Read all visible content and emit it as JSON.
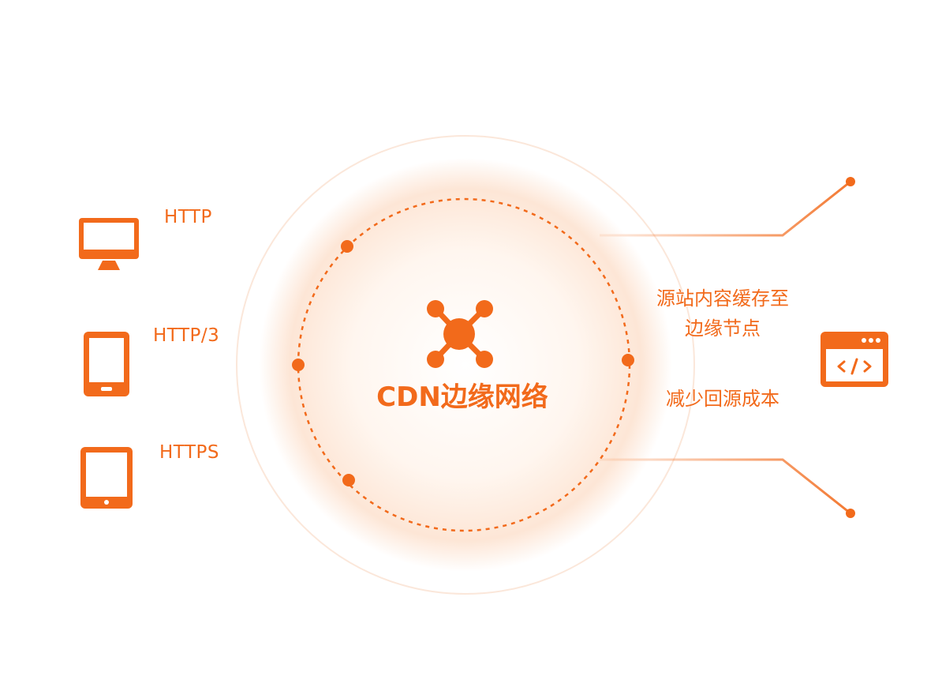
{
  "title": "CDN边缘网络",
  "left_items": [
    {
      "label": "HTTP",
      "icon": "desktop-monitor-icon"
    },
    {
      "label": "HTTP/3",
      "icon": "phone-icon"
    },
    {
      "label": "HTTPS",
      "icon": "tablet-icon"
    }
  ],
  "right_texts": {
    "cache_line1": "源站内容缓存至",
    "cache_line2": "边缘节点",
    "reduce": "减少回源成本"
  },
  "right_icon": "browser-code-icon",
  "center_icon": "network-hub-icon",
  "colors": {
    "accent": "#f26a1b",
    "glow": "#fde4d3"
  }
}
